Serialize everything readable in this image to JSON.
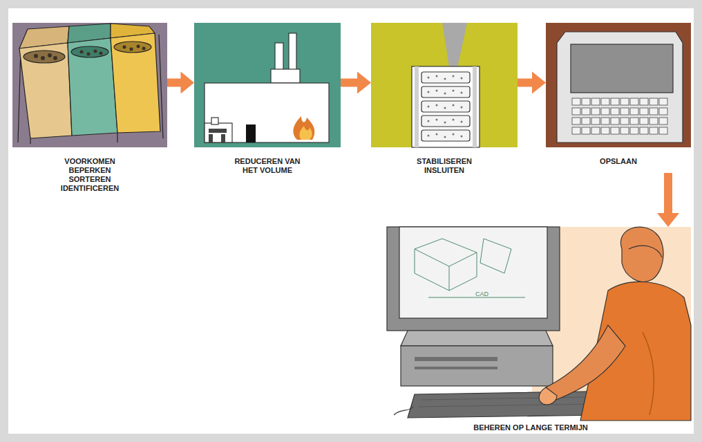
{
  "diagram": {
    "nodes": [
      {
        "text": [
          "VOORKOMEN BEPERKEN SORTEREN IDENTIFICEREN"
        ]
      },
      {
        "text": [
          "REDUCEREN VAN HET VOLUME"
        ]
      },
      {
        "text": [
          "STABILISEREN INSLUITEN"
        ]
      },
      {
        "text": [
          "OPSLAAN"
        ]
      },
      {
        "text": [
          "BEHEREN OP LANGE TERMIJN"
        ]
      }
    ],
    "edges": [
      {
        "from": 0,
        "to": 1,
        "arrow": "to"
      },
      {
        "from": 1,
        "to": 2,
        "arrow": "to"
      },
      {
        "from": 2,
        "to": 3,
        "arrow": "to"
      },
      {
        "from": 3,
        "to": 4,
        "arrow": "to"
      }
    ],
    "labels": [
      "CAD"
    ]
  }
}
